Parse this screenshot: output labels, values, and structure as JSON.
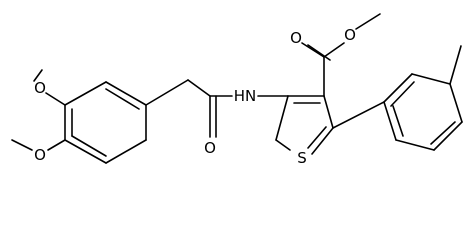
{
  "molecule": {
    "atoms": {
      "O_ester_carbonyl": "O",
      "O_ester_single": "O",
      "N_amide": "HN",
      "O_amide": "O",
      "S_ring": "S",
      "O_methoxy_top": "O",
      "O_methoxy_bottom": "O"
    }
  }
}
